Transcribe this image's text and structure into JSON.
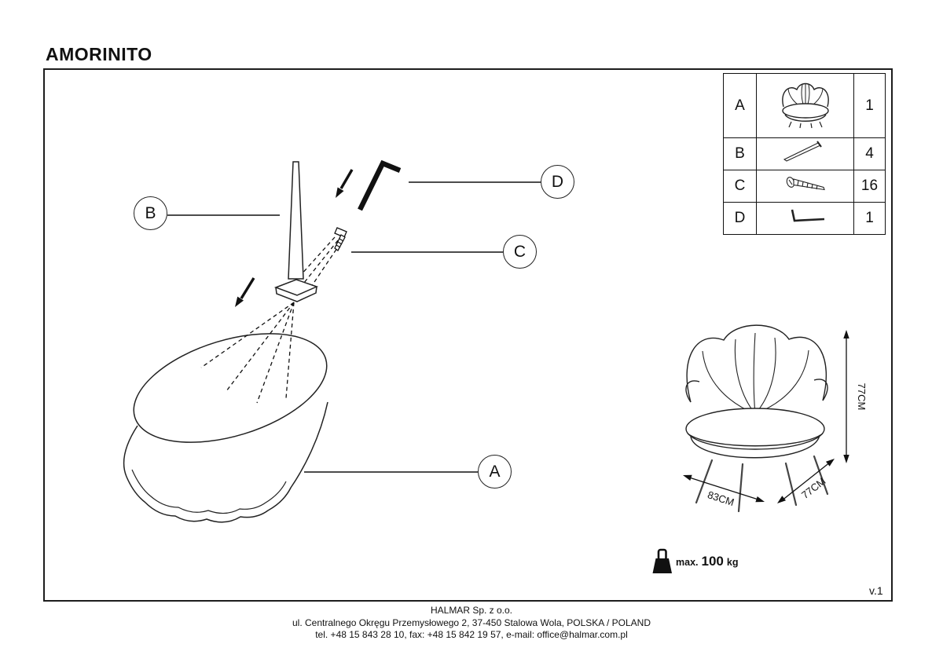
{
  "title": "AMORINITO",
  "version": "v.1",
  "parts": {
    "rows": [
      {
        "id": "A",
        "qty": "1",
        "icon": "armchair-part-icon"
      },
      {
        "id": "B",
        "qty": "4",
        "icon": "leg-part-icon"
      },
      {
        "id": "C",
        "qty": "16",
        "icon": "screw-part-icon"
      },
      {
        "id": "D",
        "qty": "1",
        "icon": "allen-key-part-icon"
      }
    ]
  },
  "callouts": {
    "a": "A",
    "b": "B",
    "c": "C",
    "d": "D"
  },
  "dimensions": {
    "height": "77CM",
    "width": "83CM",
    "depth": "77CM"
  },
  "weight": {
    "label": "max.",
    "value": "100",
    "unit": "kg"
  },
  "footer": {
    "company": "HALMAR Sp. z o.o.",
    "address": "ul. Centralnego Okręgu Przemysłowego 2, 37-450 Stalowa Wola, POLSKA / POLAND",
    "contact": "tel. +48 15 843 28 10, fax: +48 15 842 19 57, e-mail: office@halmar.com.pl"
  }
}
